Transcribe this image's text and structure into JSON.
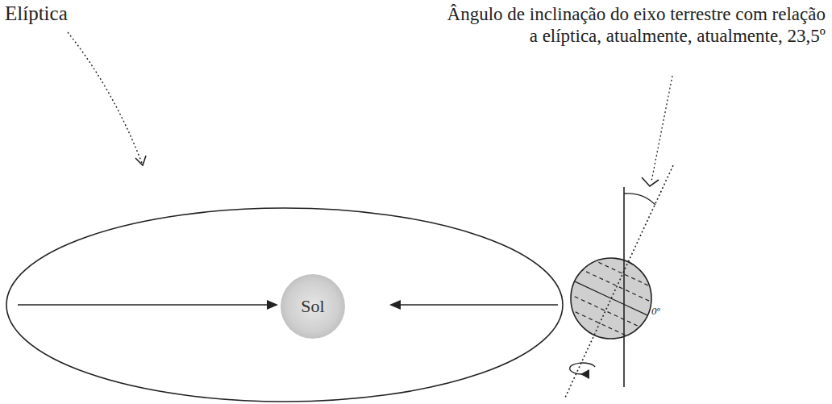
{
  "diagram": {
    "nodes": [
      {
        "text": [
          "Sol"
        ]
      }
    ],
    "labels": [
      "Elíptica",
      "Ângulo de inclinação do eixo terrestre com relação a elíptica, atualmente, atualmente, 23,5º",
      "0º"
    ]
  }
}
